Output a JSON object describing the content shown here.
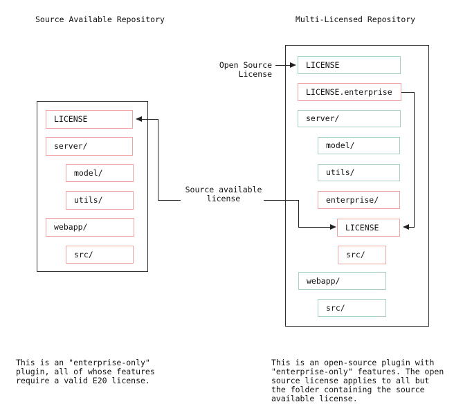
{
  "left_repo": {
    "title": "Source Available Repository",
    "items": [
      {
        "label": "LICENSE",
        "license_type": "source-available",
        "indent": 0
      },
      {
        "label": "server/",
        "license_type": "source-available",
        "indent": 0
      },
      {
        "label": "model/",
        "license_type": "source-available",
        "indent": 1
      },
      {
        "label": "utils/",
        "license_type": "source-available",
        "indent": 1
      },
      {
        "label": "webapp/",
        "license_type": "source-available",
        "indent": 0
      },
      {
        "label": "src/",
        "license_type": "source-available",
        "indent": 1
      }
    ],
    "caption": "This is an \"enterprise-only\"\nplugin, all of whose features\nrequire a valid E20 license."
  },
  "right_repo": {
    "title": "Multi-Licensed Repository",
    "items": [
      {
        "label": "LICENSE",
        "license_type": "open-source",
        "indent": 0
      },
      {
        "label": "LICENSE.enterprise",
        "license_type": "source-available",
        "indent": 0
      },
      {
        "label": "server/",
        "license_type": "open-source",
        "indent": 0
      },
      {
        "label": "model/",
        "license_type": "open-source",
        "indent": 1
      },
      {
        "label": "utils/",
        "license_type": "open-source",
        "indent": 1
      },
      {
        "label": "enterprise/",
        "license_type": "source-available",
        "indent": 1
      },
      {
        "label": "LICENSE",
        "license_type": "source-available",
        "indent": 2
      },
      {
        "label": "src/",
        "license_type": "source-available",
        "indent": 2
      },
      {
        "label": "webapp/",
        "license_type": "open-source",
        "indent": 0
      },
      {
        "label": "src/",
        "license_type": "open-source",
        "indent": 1
      }
    ],
    "caption": "This is an open-source plugin with\n\"enterprise-only\" features. The open\nsource license applies to all but\nthe folder containing the source\navailable license."
  },
  "annotations": {
    "open_source_license": "Open Source License",
    "source_available_license": "Source available\nlicense"
  },
  "colors": {
    "source_available": "#f0a3a0",
    "open_source": "#a6d1bd",
    "connector": "#222222",
    "frame": "#2e2e2e",
    "text": "#111111"
  }
}
